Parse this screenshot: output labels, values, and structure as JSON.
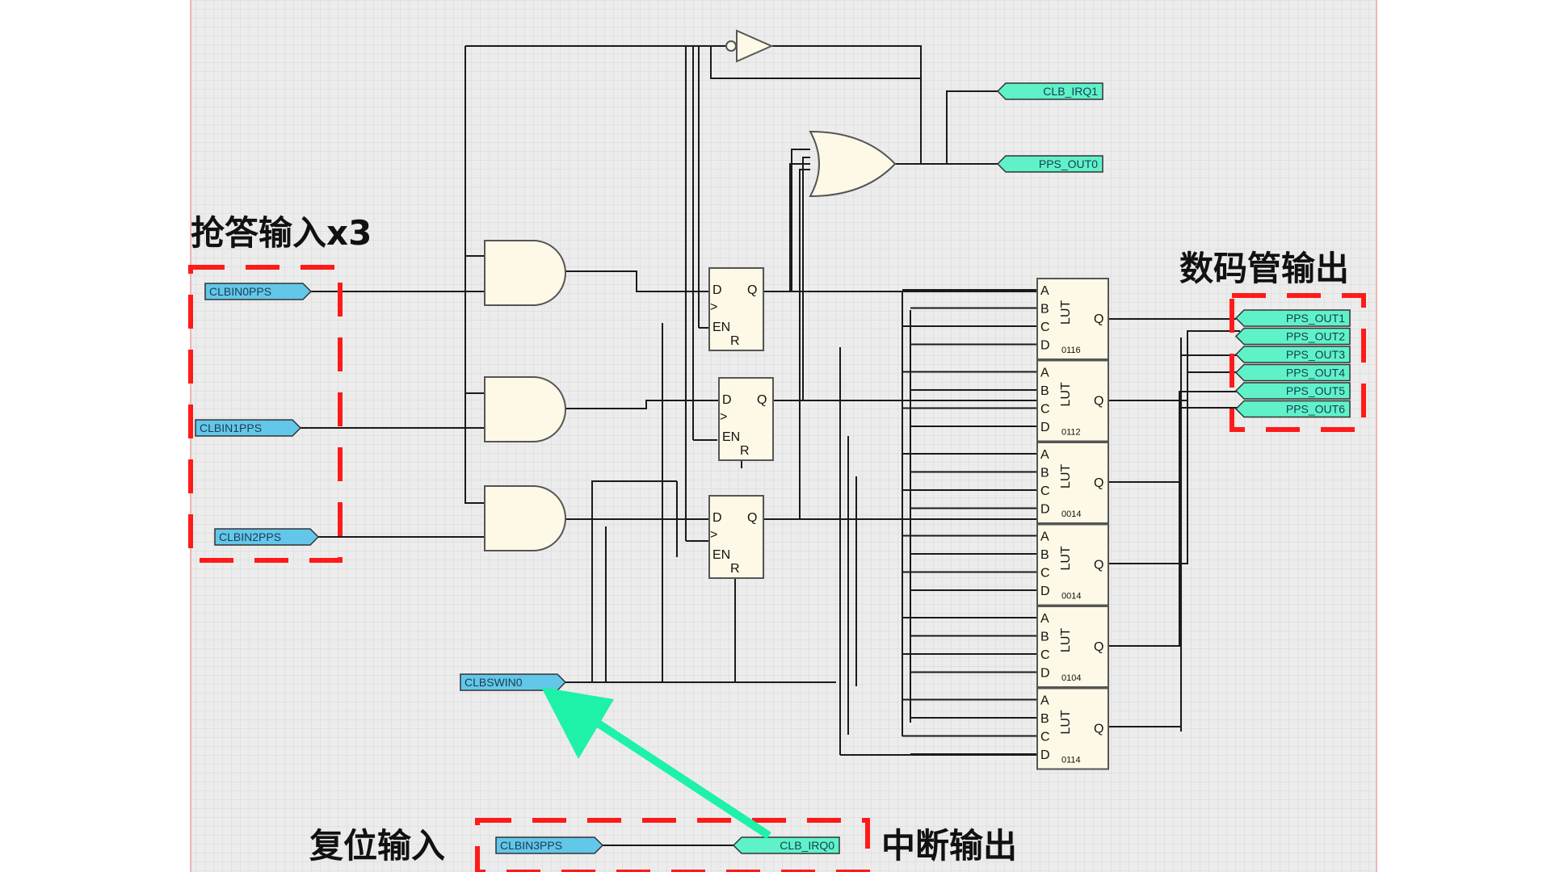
{
  "inputs": [
    {
      "id": "in0",
      "label": "CLBIN0PPS"
    },
    {
      "id": "in1",
      "label": "CLBIN1PPS"
    },
    {
      "id": "in2",
      "label": "CLBIN2PPS"
    },
    {
      "id": "in3",
      "label": "CLBIN3PPS"
    },
    {
      "id": "sw",
      "label": "CLBSWIN0"
    }
  ],
  "outputs": {
    "irq1": "CLB_IRQ1",
    "irq0": "CLB_IRQ0",
    "out0": "PPS_OUT0",
    "segments": [
      "PPS_OUT1",
      "PPS_OUT2",
      "PPS_OUT3",
      "PPS_OUT4",
      "PPS_OUT5",
      "PPS_OUT6"
    ]
  },
  "flipflop_pins": {
    "d": "D",
    "q": "Q",
    "en": "EN",
    "r": "R",
    "clk": ">"
  },
  "lut": {
    "name": "LUT",
    "pins": [
      "A",
      "B",
      "C",
      "D"
    ],
    "q": "Q",
    "codes": [
      "0116",
      "0112",
      "0014",
      "0014",
      "0104",
      "0114"
    ]
  },
  "annotations": {
    "buzzer_inputs": "抢答输入x3",
    "display_outputs": "数码管输出",
    "reset_input": "复位输入",
    "interrupt_output": "中断输出"
  },
  "colors": {
    "input_port": "#63c7ea",
    "output_port": "#5ff2c9",
    "highlight_box": "#ff1a1a",
    "arrow": "#1df2a8",
    "gate_fill": "#fdf9e6"
  }
}
